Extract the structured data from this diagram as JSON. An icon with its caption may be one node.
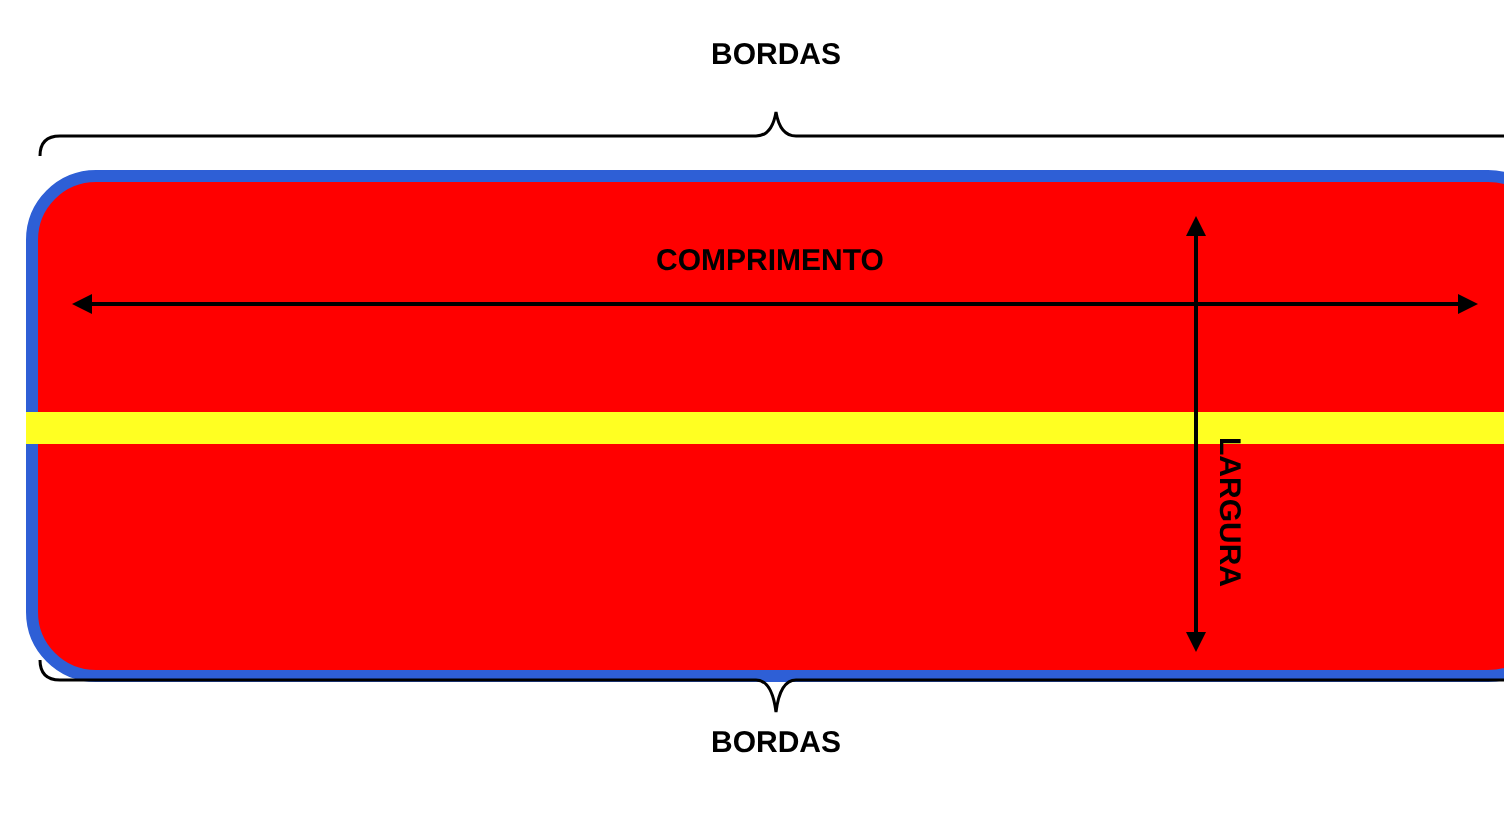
{
  "diagram": {
    "labels": [
      "BORDAS",
      "COMPRIMENTO",
      "LARGURA",
      "BORDAS"
    ]
  }
}
